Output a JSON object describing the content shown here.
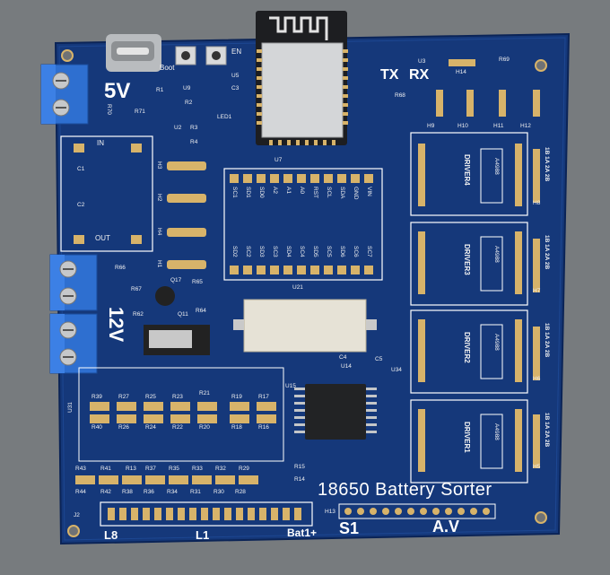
{
  "board": {
    "title": "18650 Battery Sorter",
    "power_5v": "5V",
    "power_12v": "12V",
    "serial_tx": "TX",
    "serial_rx": "RX",
    "boot_label": "Boot",
    "en_label": "EN",
    "av_label": "A.V",
    "s1_label": "S1",
    "l8_label": "L8",
    "l1_label": "L1",
    "bat_label": "Bat1+",
    "converter_in": "IN",
    "converter_out": "OUT",
    "mux_pins_top": [
      "SC1",
      "SD1",
      "SD0",
      "A2",
      "A1",
      "A0",
      "RST",
      "SCL",
      "SDA",
      "GND",
      "VIN"
    ],
    "mux_pins_bottom": [
      "SD2",
      "SC2",
      "SD3",
      "SC3",
      "SD4",
      "SC4",
      "SD5",
      "SC5",
      "SD6",
      "SC6",
      "SC7"
    ],
    "drivers": [
      "DRIVER4",
      "DRIVER3",
      "DRIVER2",
      "DRIVER1"
    ],
    "driver_chip": "A4988",
    "driver_header_label": "1B 1A 2A 2B",
    "driver_headers": [
      "H8",
      "H7",
      "H6",
      "H5"
    ],
    "top_headers": [
      "H9",
      "H10",
      "H11",
      "H12",
      "H14"
    ],
    "refs": {
      "u3": "U3",
      "u5": "U5",
      "u7": "U7",
      "u9": "U9",
      "u2": "U2",
      "u21": "U21",
      "u14": "U14",
      "u15": "U15",
      "u31": "U31",
      "u34": "U34",
      "r68": "R68",
      "r69": "R69",
      "r70": "R70",
      "r71": "R71",
      "r1": "R1",
      "r2": "R2",
      "r3": "R3",
      "r4": "R4",
      "c3": "C3",
      "led1": "LED1",
      "c1": "C1",
      "c2": "C2",
      "c4": "C4",
      "c5": "C5",
      "h1": "H1",
      "h2": "H2",
      "h3": "H3",
      "h4": "H4",
      "j2": "J2",
      "h13": "H13",
      "r65": "R65",
      "r66": "R66",
      "r67": "R67",
      "r62": "R62",
      "r64": "R64",
      "q17": "Q17",
      "q11": "Q11",
      "r15": "R15",
      "r14": "R14"
    },
    "res_row1": [
      "R39",
      "R27",
      "R25",
      "R23",
      "R21",
      "R19",
      "R17"
    ],
    "res_row2": [
      "R40",
      "R26",
      "R24",
      "R22",
      "R20",
      "R18",
      "R16"
    ],
    "res_row3": [
      "R43",
      "R41",
      "R13",
      "R37",
      "R35",
      "R33",
      "R32",
      "R29"
    ],
    "res_row4": [
      "R44",
      "R42",
      "R38",
      "R36",
      "R34",
      "R31",
      "R30",
      "R28"
    ],
    "colors": {
      "board": "#15387a",
      "silk": "#ffffff",
      "gold": "#d7b36a",
      "terminal": "#2e6fd0"
    }
  }
}
